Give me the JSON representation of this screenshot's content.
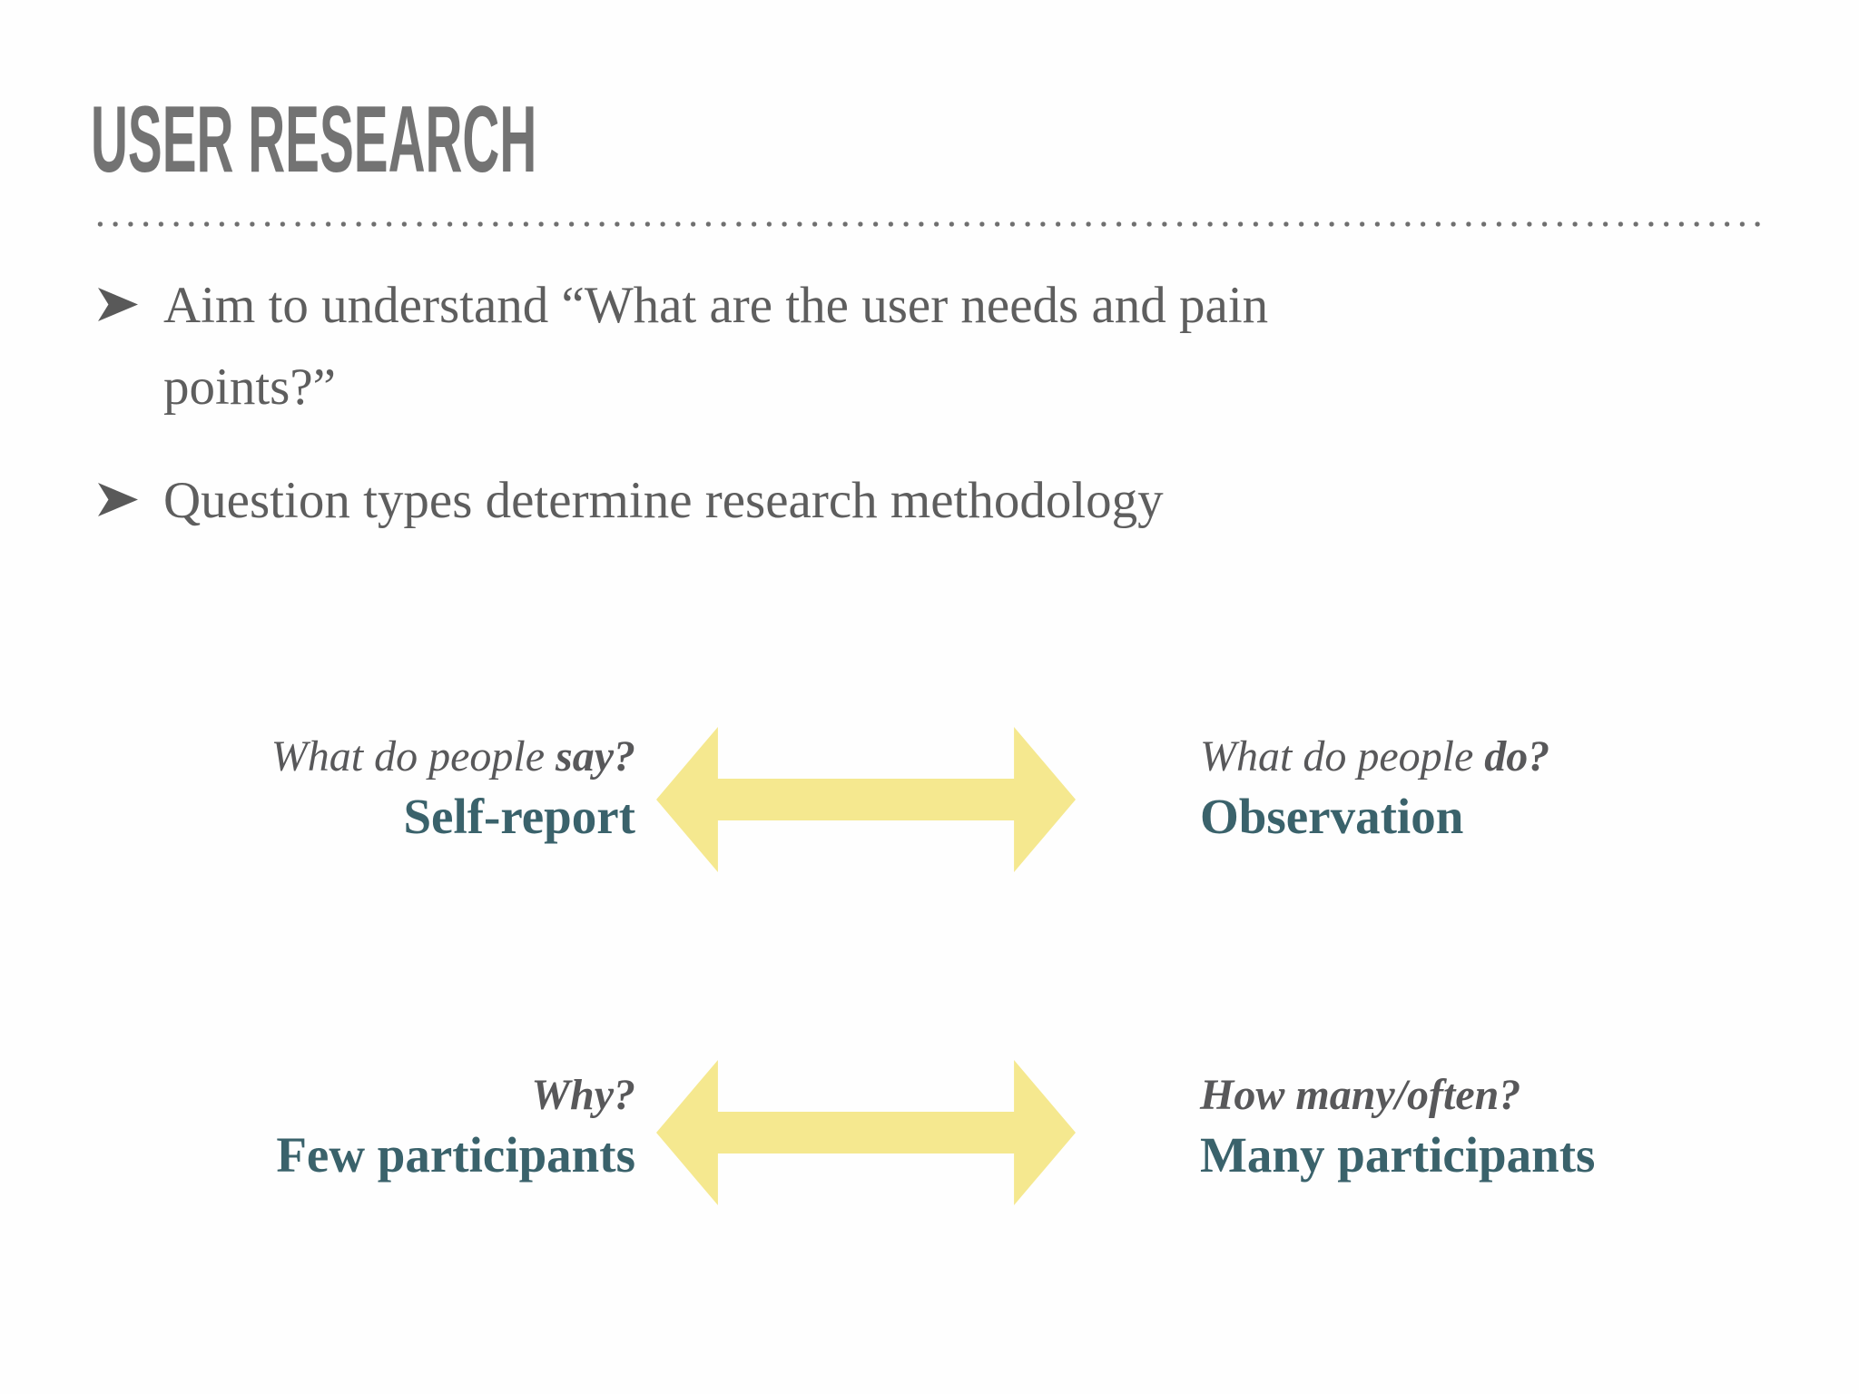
{
  "slide": {
    "title": "USER RESEARCH",
    "bullets": [
      {
        "text": "Aim to understand “What are the user needs and pain\npoints?”"
      },
      {
        "text": "Question types determine research methodology"
      }
    ],
    "spectra": [
      {
        "left": {
          "question_regular": "What do people ",
          "question_bold": "say?",
          "method": "Self-report"
        },
        "right": {
          "question_regular": "What do people ",
          "question_bold": "do?",
          "method": "Observation"
        }
      },
      {
        "left": {
          "question_regular": "",
          "question_bold": "Why?",
          "method": "Few participants"
        },
        "right": {
          "question_regular": "",
          "question_bold": "How many/often?",
          "method": "Many participants"
        }
      }
    ],
    "colors": {
      "title_gray": "#737373",
      "body_gray": "#5e5e5e",
      "question_gray": "#58585a",
      "method_teal": "#3a626b",
      "arrow_yellow": "#f5e88f"
    }
  }
}
